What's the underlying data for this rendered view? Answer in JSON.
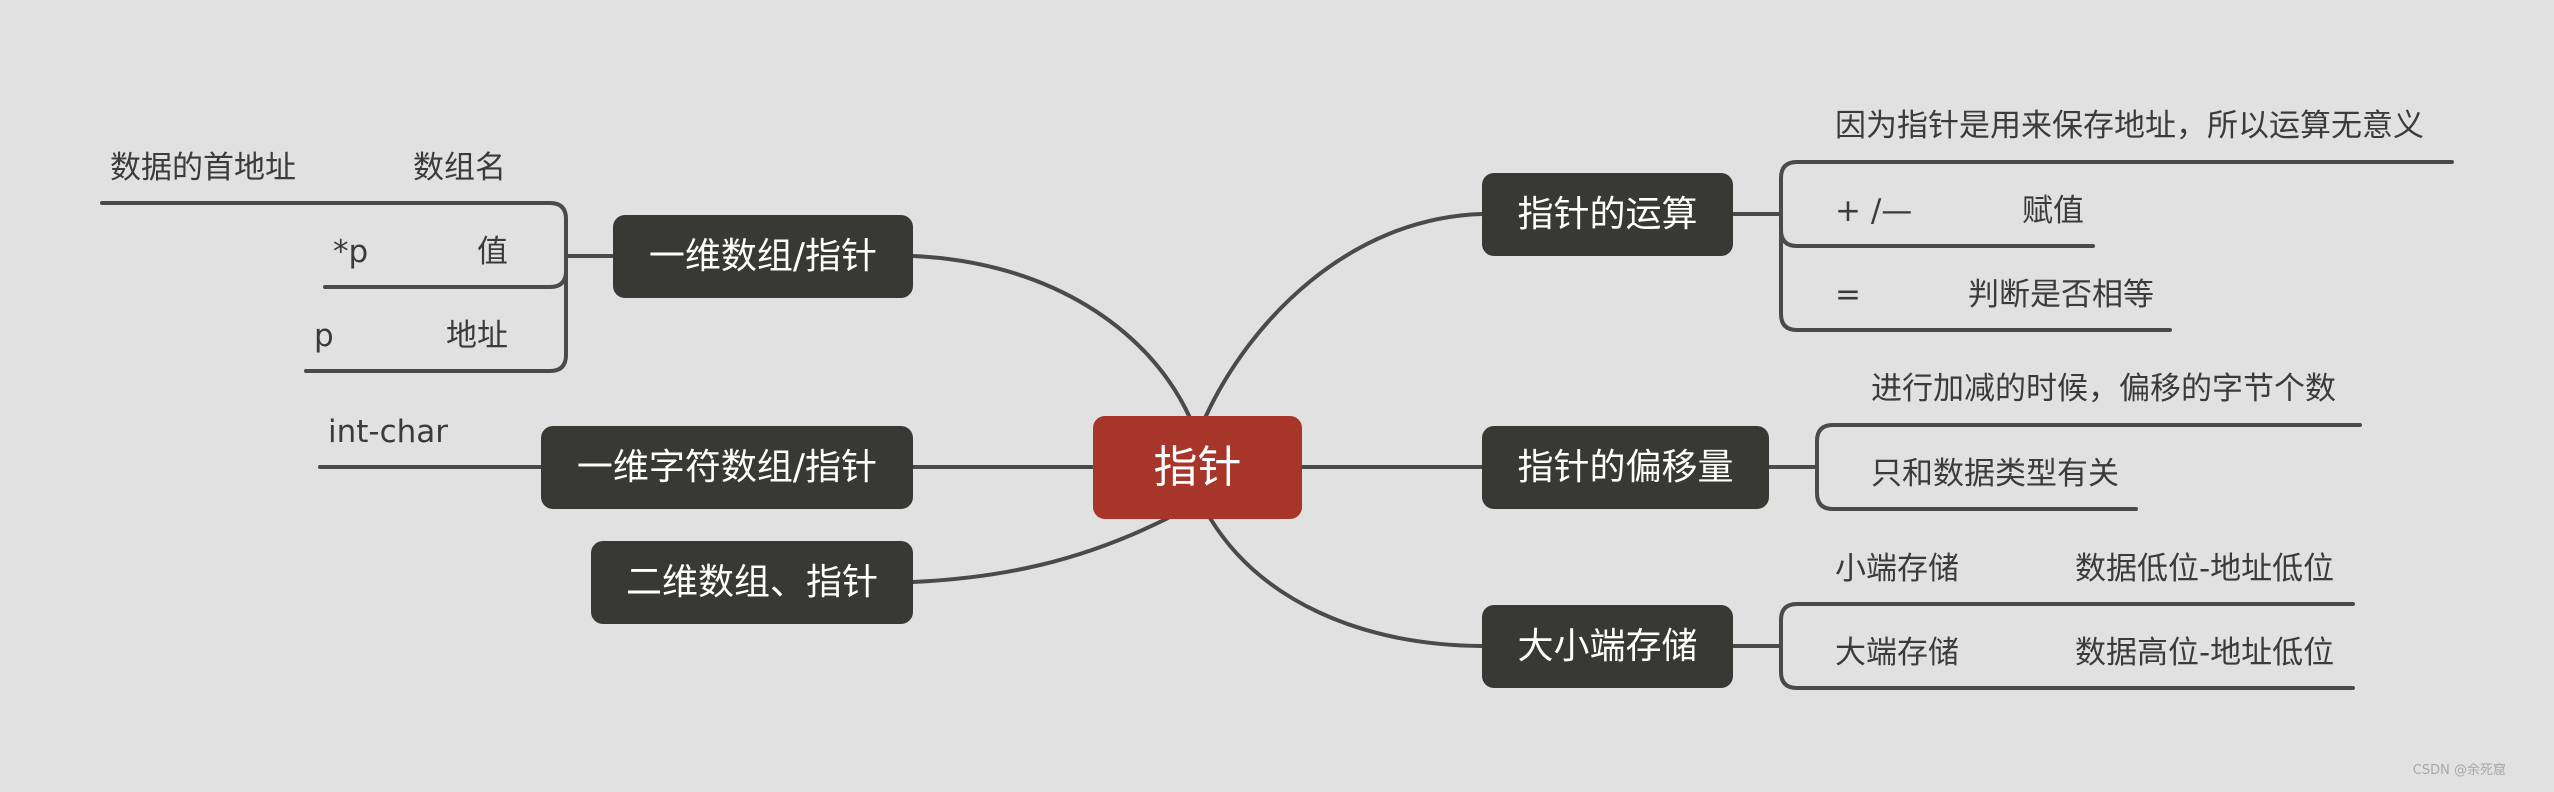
{
  "center": "指针",
  "branches": {
    "yiwei": "一维数组/指针",
    "zifu": "一维字符数组/指针",
    "erwei": "二维数组、指针",
    "yunsuan": "指针的运算",
    "pianyi": "指针的偏移量",
    "daxiao": "大小端存储"
  },
  "leaves": {
    "yiwei": [
      {
        "a": "数据的首地址",
        "b": "数组名"
      },
      {
        "a": "*p",
        "b": "值"
      },
      {
        "a": "p",
        "b": "地址"
      }
    ],
    "zifu": "int-char",
    "yunsuan": {
      "note": "因为指针是用来保存地址，所以运算无意义",
      "rows": [
        {
          "a": "+ /—",
          "b": "赋值"
        },
        {
          "a": "=",
          "b": "判断是否相等"
        }
      ]
    },
    "pianyi": [
      "进行加减的时候，偏移的字节个数",
      "只和数据类型有关"
    ],
    "daxiao": [
      {
        "a": "小端存储",
        "b": "数据低位-地址低位"
      },
      {
        "a": "大端存储",
        "b": "数据高位-地址低位"
      }
    ]
  },
  "watermark": "CSDN @余死窟",
  "colors": {
    "background": "#e1e1e1",
    "center_node": "#a8352a",
    "branch_node": "#383835",
    "line": "#4a4a4a",
    "leaf_text": "#3b3b3b"
  }
}
